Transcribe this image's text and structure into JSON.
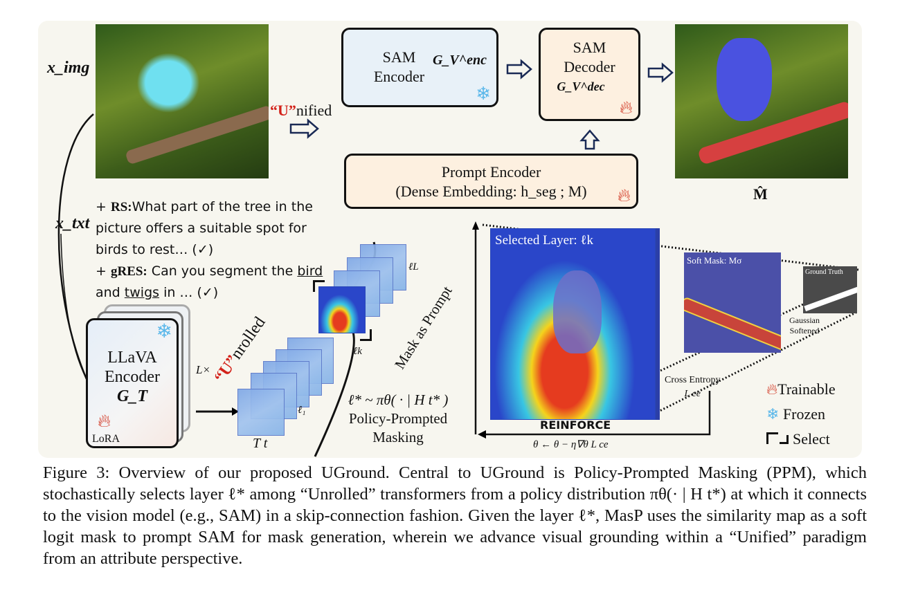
{
  "figure": {
    "x_img": "x_img",
    "x_txt": "x_txt",
    "unified_quote": "“U”",
    "unified_rest": "nified",
    "sam_encoder": {
      "line1": "SAM",
      "line2": "Encoder",
      "symbol": "G_V^enc"
    },
    "sam_decoder": {
      "line1": "SAM",
      "line2": "Decoder",
      "symbol": "G_V^dec"
    },
    "prompt_encoder": {
      "line1": "Prompt Encoder",
      "line2": "(Dense Embedding: h_seg ; M)"
    },
    "output_label": "M̂",
    "queries": [
      {
        "prefix": "+ ",
        "tag": "RS:",
        "text": "What part of the tree in the picture offers a suitable spot for birds to rest… (✓)"
      },
      {
        "prefix": "+ ",
        "tag": "gRES:",
        "text_pre": " Can you segment the ",
        "u1": "bird",
        "mid": " and ",
        "u2": "twigs",
        "text_post": " in … (✓)"
      }
    ],
    "llava": {
      "line1": "LLaVA",
      "line2": "Encoder",
      "symbol": "G_T",
      "lora": "LoRA",
      "repeat": "L×"
    },
    "unrolled_quote": "“U”",
    "unrolled_rest": "nrolled",
    "layer_labels": {
      "first": "ℓ₁",
      "k": "ℓk",
      "last": "ℓL",
      "tokens": "T t"
    },
    "mask_as_prompt": "Mask as Prompt",
    "policy": {
      "formula": "ℓ* ~ πθ( · | H t* )",
      "line1": "Policy-Prompted",
      "line2": "Masking"
    },
    "selected_layer": "Selected Layer: ℓk",
    "soft_mask": "Soft Mask: Mσ",
    "ground_truth": "Ground Truth",
    "gaussian": {
      "line1": "Gaussian",
      "line2": "Softened"
    },
    "cross_entropy": {
      "line1": "Cross Entropy",
      "symbol": "L ce"
    },
    "reinforce": {
      "title": "REINFORCE",
      "formula": "θ ← θ − η∇θ L ce"
    },
    "legend": [
      {
        "icon": "flame-icon",
        "label": "Trainable"
      },
      {
        "icon": "snowflake-icon",
        "label": "Frozen"
      },
      {
        "icon": "select-bracket-icon",
        "label": "Select"
      }
    ]
  },
  "caption": "Figure 3: Overview of our proposed UGround. Central to UGround is Policy-Prompted Masking (PPM), which stochastically selects layer ℓ* among “Unrolled” transformers from a policy distribution πθ(· | H t*) at which it connects to the vision model (e.g., SAM) in a skip-connection fashion. Given the layer ℓ*, MasP uses the similarity map as a soft logit mask to prompt SAM for mask generation, wherein we advance visual grounding within a “Unified” paradigm from an attribute perspective.",
  "colors": {
    "panel": "#f7f6ef",
    "encoder": "#e8f1f8",
    "decoder": "#fdf0e0",
    "accent_red": "#d3221a"
  }
}
